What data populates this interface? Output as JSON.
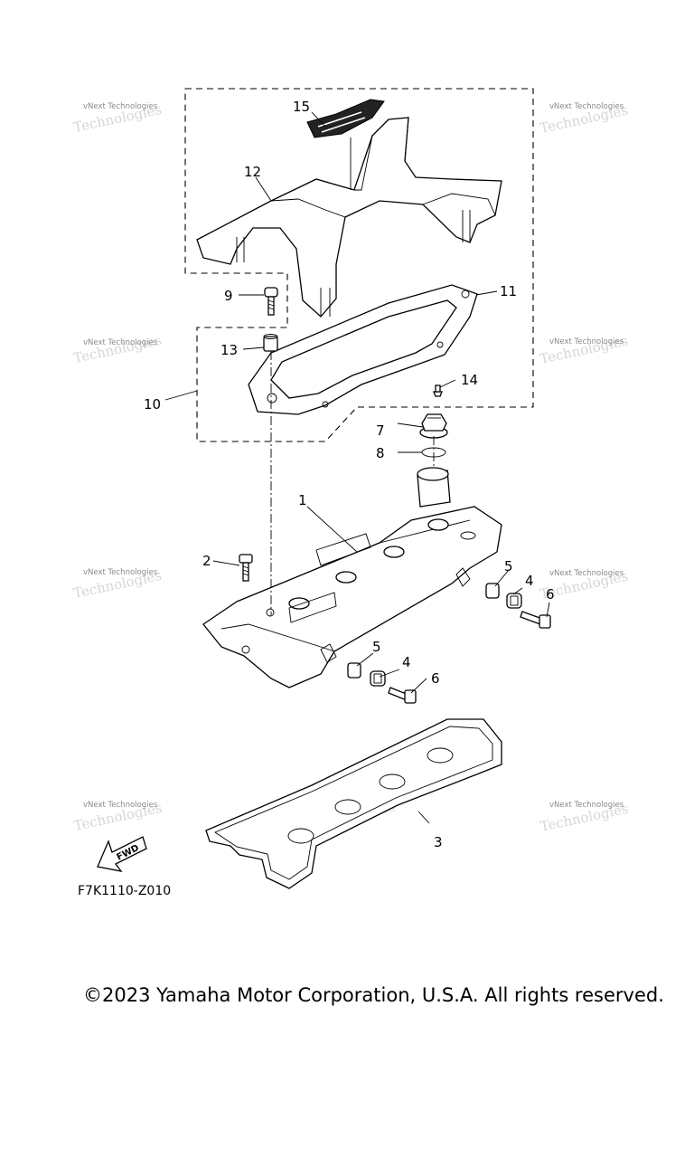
{
  "callouts": {
    "c1": "1",
    "c2": "2",
    "c3": "3",
    "c4a": "4",
    "c4b": "4",
    "c5a": "5",
    "c5b": "5",
    "c6a": "6",
    "c6b": "6",
    "c7": "7",
    "c8": "8",
    "c9": "9",
    "c10": "10",
    "c11": "11",
    "c12": "12",
    "c13": "13",
    "c14": "14",
    "c15": "15"
  },
  "watermark": {
    "text": "vNext Technologies"
  },
  "fwd_arrow": {
    "label": "FWD"
  },
  "figure_code": "F7K1110-Z010",
  "copyright": "©2023 Yamaha Motor Corporation, U.S.A. All rights reserved."
}
